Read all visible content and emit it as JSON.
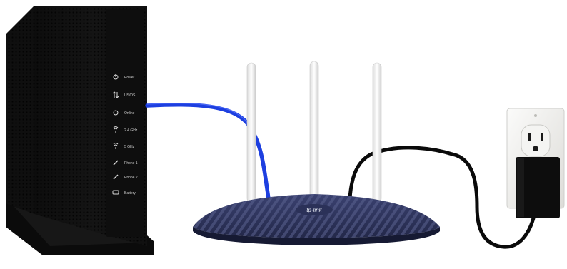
{
  "modem": {
    "indicators": [
      {
        "label": "Power",
        "icon": "power-icon"
      },
      {
        "label": "US/DS",
        "icon": "updown-arrows-icon"
      },
      {
        "label": "Online",
        "icon": "globe-icon"
      },
      {
        "label": "2.4 GHz",
        "icon": "wifi-icon"
      },
      {
        "label": "5 GHz",
        "icon": "wifi-icon"
      },
      {
        "label": "Phone 1",
        "icon": "phone-icon"
      },
      {
        "label": "Phone 2",
        "icon": "phone-icon"
      },
      {
        "label": "Battery",
        "icon": "battery-icon"
      }
    ]
  },
  "router": {
    "brand": "tp-link"
  },
  "colors": {
    "ethernet_cable": "#1d3fe0",
    "power_cable": "#0a0a0a",
    "router_body": "#2b3158",
    "modem_body": "#121212",
    "outlet_plate": "#f0f0ee"
  }
}
